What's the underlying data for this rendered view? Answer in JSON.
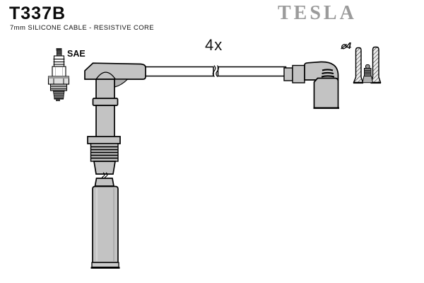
{
  "header": {
    "part_number": "T337B",
    "subtitle": "7mm SILICONE CABLE - RESISTIVE CORE",
    "brand": "TESLA"
  },
  "diagram": {
    "quantity_label": "4x",
    "spark_plug_terminal_label": "SAE",
    "connector_diameter_label": "⌀4"
  },
  "colors": {
    "background": "#ffffff",
    "boot_gray": "#c3c3c3",
    "boot_gray_dark": "#b0b0b0",
    "outline_black": "#000000",
    "brand_gray": "#9b9b9b",
    "metal_dark": "#3c3c3c"
  }
}
